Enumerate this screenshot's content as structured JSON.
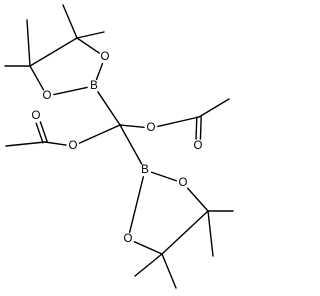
{
  "molecule": {
    "atoms": [
      {
        "id": "b1",
        "symbol": "B"
      },
      {
        "id": "b2",
        "symbol": "B"
      },
      {
        "id": "o1",
        "symbol": "O"
      },
      {
        "id": "o2",
        "symbol": "O"
      },
      {
        "id": "o3",
        "symbol": "O"
      },
      {
        "id": "o4",
        "symbol": "O"
      },
      {
        "id": "o5",
        "symbol": "O"
      },
      {
        "id": "o6",
        "symbol": "O"
      },
      {
        "id": "o7",
        "symbol": "O"
      },
      {
        "id": "o8",
        "symbol": "O"
      }
    ]
  }
}
